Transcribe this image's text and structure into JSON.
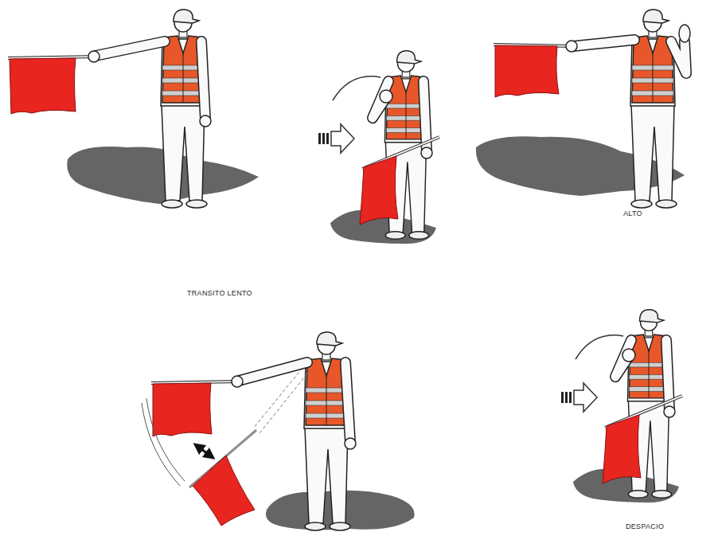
{
  "diagram": {
    "labels": [
      "ALTO",
      "TRANSITO LENTO",
      "DESPACIO"
    ]
  }
}
